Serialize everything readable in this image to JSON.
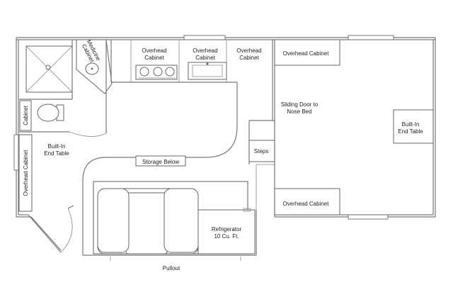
{
  "labels": {
    "medicine_cabinet_line1": "Medicine",
    "medicine_cabinet_line2": "Cabinet",
    "overhead_cabinet_1_line1": "Overhead",
    "overhead_cabinet_1_line2": "Cabinet",
    "overhead_cabinet_2_line1": "Overhead",
    "overhead_cabinet_2_line2": "Cabinet",
    "overhead_cabinet_3_line1": "Overhead",
    "overhead_cabinet_3_line2": "Cabinet",
    "overhead_cabinet_top_right": "Overhead Cabinet",
    "cabinet_bathroom": "Cabinet",
    "built_in_end_table_left_line1": "Built-In",
    "built_in_end_table_left_line2": "End Table",
    "overhead_cabinet_left_vertical": "Overhead Cabinet",
    "storage_below": "Storage Below",
    "steps": "Steps",
    "sliding_door_line1": "Sliding Door to",
    "sliding_door_line2": "Nose Bed",
    "built_in_end_table_right_line1": "Built-In",
    "built_in_end_table_right_line2": "End Table",
    "overhead_cabinet_bottom_right": "Overhead Cabinet",
    "refrigerator_line1": "Refrigerator",
    "refrigerator_line2": "10 Cu. Ft.",
    "pullout": "Pullout"
  },
  "colors": {
    "wall": "#777777",
    "text": "#222222",
    "background": "#ffffff"
  }
}
